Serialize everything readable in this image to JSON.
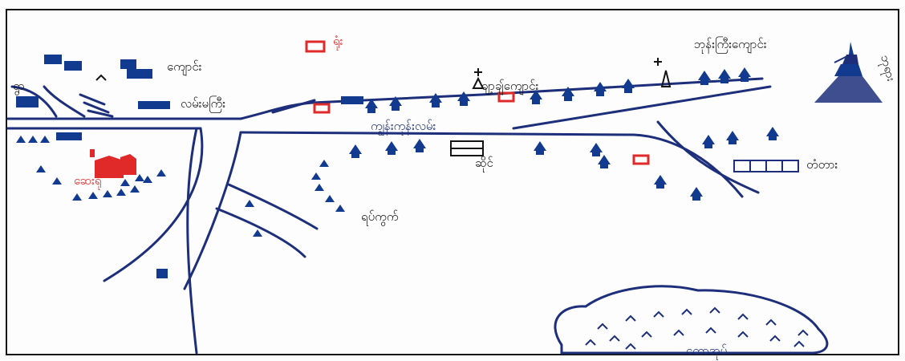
{
  "map": {
    "colors": {
      "ink": "#1d2f7a",
      "house": "#123a8f",
      "accent": "#e02a2a",
      "paper": "#fdfdfd",
      "black": "#141414"
    },
    "labels": {
      "school_top": "ကျောင်း",
      "monastery_upper": "ဘုန်းကြီးကျောင်း",
      "village_left": "ရွာ",
      "road_left": "လမ်းမကြီး",
      "office_red": "ရုံး",
      "main_road": "ကျွန်းကုန်းလမ်း",
      "church": "ချာ့ချ်ကျောင်း",
      "pagoda": "ဘုရား",
      "lower_ward": "ရပ်ကွက်",
      "store": "ဆိုင်",
      "bridge": "တံတား",
      "forest": "တောအုပ်",
      "clinic": "ဆေးရုံ"
    }
  }
}
